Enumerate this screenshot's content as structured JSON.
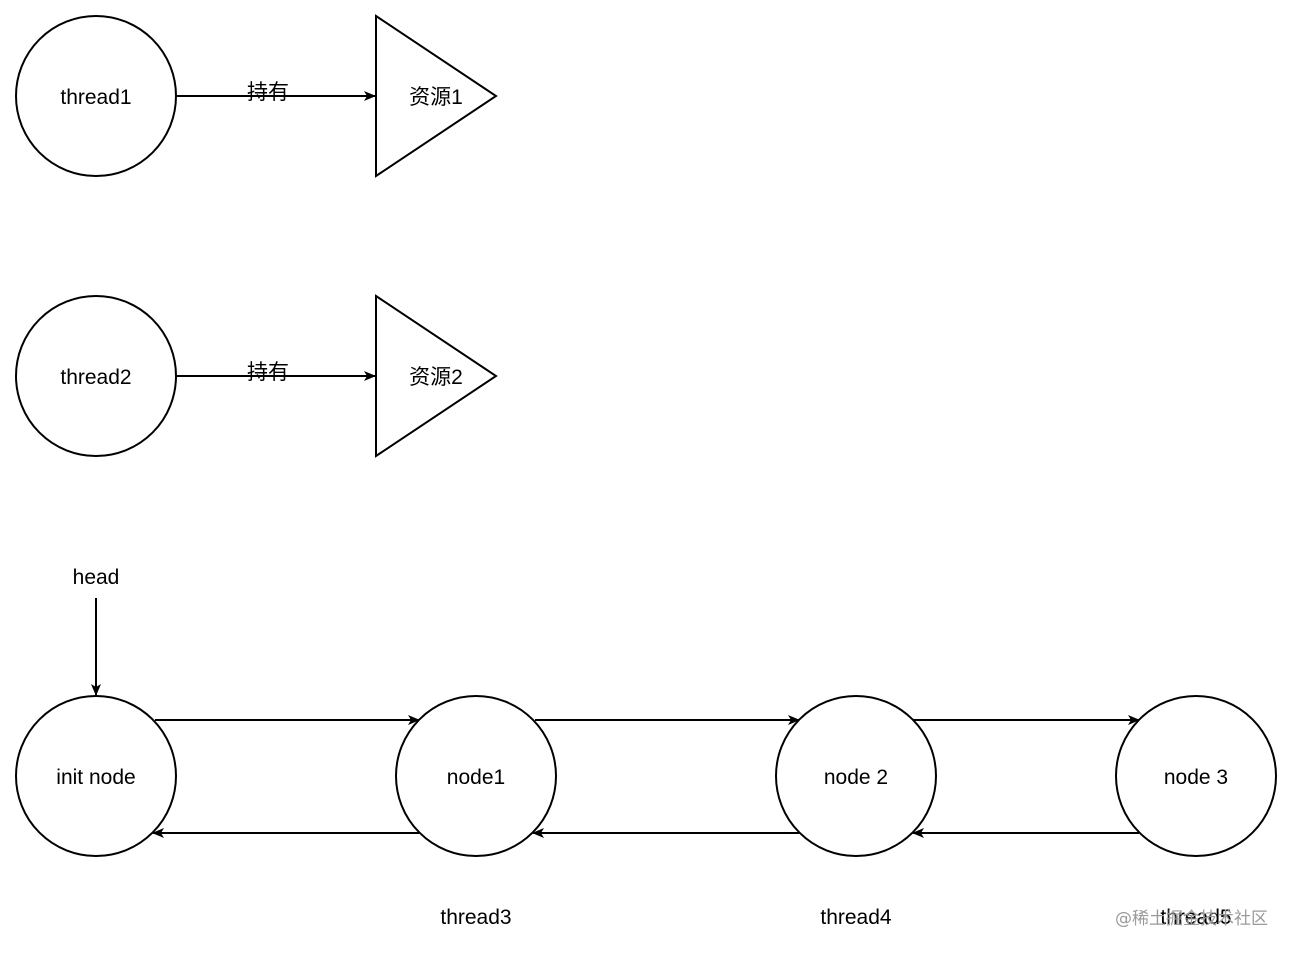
{
  "diagram": {
    "hold_rows": [
      {
        "thread": "thread1",
        "relation": "持有",
        "resource": "资源1"
      },
      {
        "thread": "thread2",
        "relation": "持有",
        "resource": "资源2"
      }
    ],
    "queue": {
      "head_label": "head",
      "nodes": [
        "init node",
        "node1",
        "node 2",
        "node 3"
      ],
      "threads": [
        "thread3",
        "thread4",
        "thread5"
      ]
    },
    "watermark": "@稀土掘金技术社区"
  }
}
